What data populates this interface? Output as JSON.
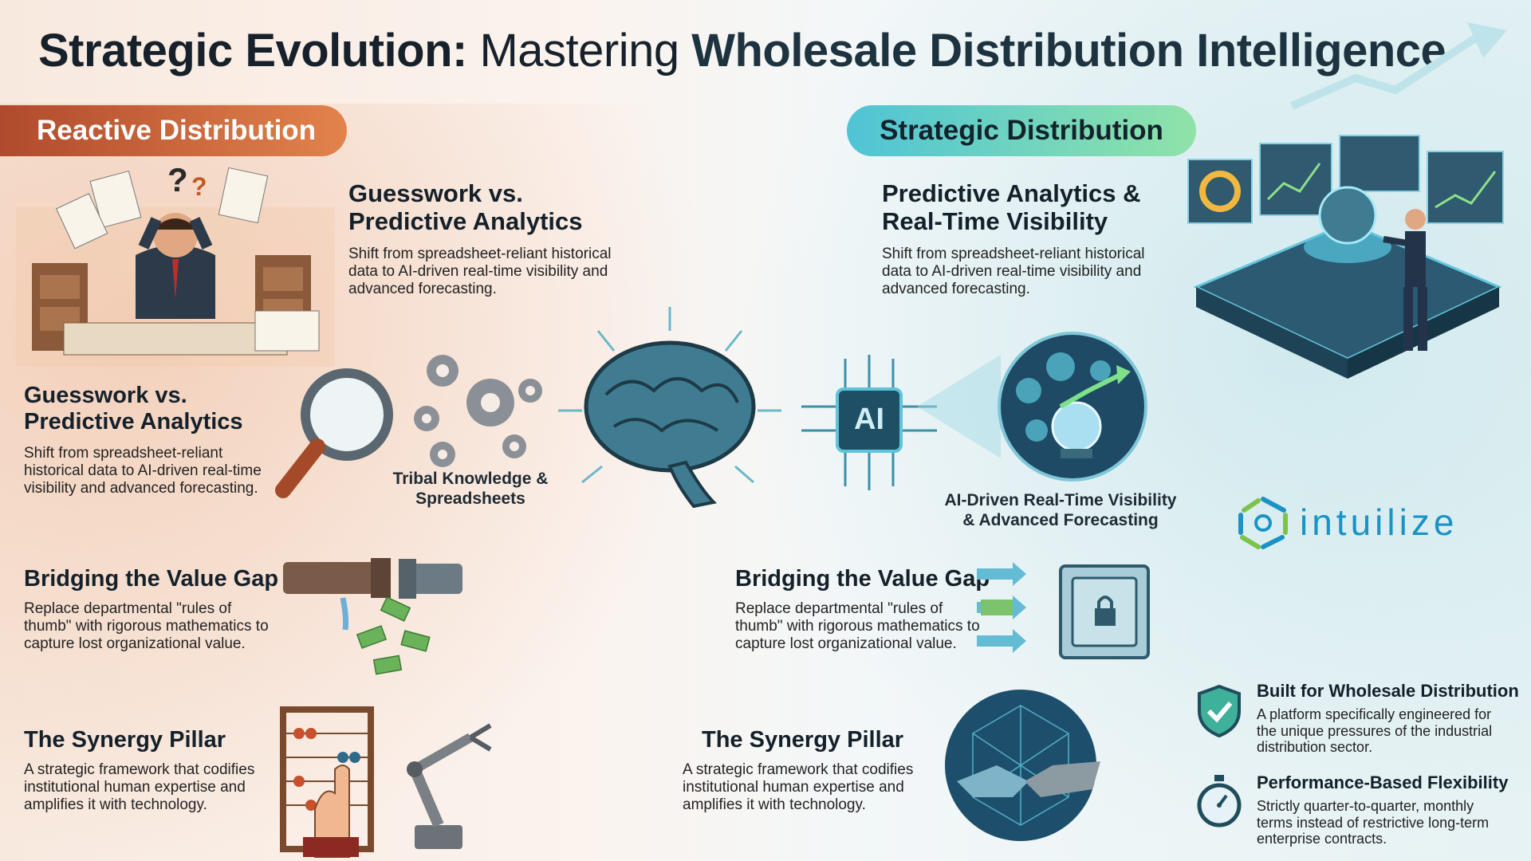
{
  "title": {
    "part1": "Strategic Evolution:",
    "part2": " Mastering ",
    "part3": "Wholesale Distribution Intelligence"
  },
  "left": {
    "pill": "Reactive Distribution",
    "section1": {
      "heading": "Guesswork vs. Predictive Analytics",
      "body": "Shift from spreadsheet-reliant historical data to AI-driven real-time visibility and advanced forecasting."
    },
    "section2": {
      "heading": "Guesswork vs. Predictive Analytics",
      "body": "Shift from spreadsheet-reliant historical data to AI-driven real-time visibility and advanced forecasting."
    },
    "tribal_label": "Tribal Knowledge & Spreadsheets",
    "section3": {
      "heading": "Bridging the Value Gap",
      "body": "Replace departmental \"rules of thumb\" with rigorous mathematics to capture lost organizational value."
    },
    "section4": {
      "heading": "The Synergy Pillar",
      "body": "A strategic framework that codifies institutional human expertise and amplifies it with technology."
    }
  },
  "center": {
    "ai_chip": "AI"
  },
  "right": {
    "pill": "Strategic Distribution",
    "section1": {
      "heading": "Predictive Analytics & Real-Time Visibility",
      "body": "Shift from spreadsheet-reliant historical data to AI-driven real-time visibility and advanced forecasting."
    },
    "ai_caption": "AI-Driven Real-Time Visibility & Advanced Forecasting",
    "section2": {
      "heading": "Bridging the Value Gap",
      "body": "Replace departmental \"rules of thumb\" with rigorous mathematics to capture lost organizational value."
    },
    "section3": {
      "heading": "The Synergy Pillar",
      "body": "A strategic framework that codifies institutional human expertise and amplifies it with technology."
    },
    "logo": "intuilize",
    "feature1": {
      "heading": "Built for Wholesale Distribution",
      "body": "A platform specifically engineered for the unique pressures of the industrial distribution sector."
    },
    "feature2": {
      "heading": "Performance-Based Flexibility",
      "body": "Strictly quarter-to-quarter, monthly terms instead of restrictive long-term enterprise contracts."
    }
  },
  "colors": {
    "reactive_start": "#b04a2d",
    "reactive_end": "#e2834c",
    "strategic_start": "#4fc4d6",
    "strategic_end": "#8fe3a8",
    "brand": "#1a93c5"
  },
  "icons": [
    "stressed-man-illustration",
    "magnifier-icon",
    "gears-icon",
    "leaking-pipe-icon",
    "abacus-robot-illustration",
    "brain-icon",
    "ai-chip-icon",
    "crystal-ball-icon",
    "dashboard-illustration",
    "vault-icon",
    "handshake-icon",
    "shield-check-icon",
    "stopwatch-icon",
    "intuilize-logo-icon"
  ]
}
